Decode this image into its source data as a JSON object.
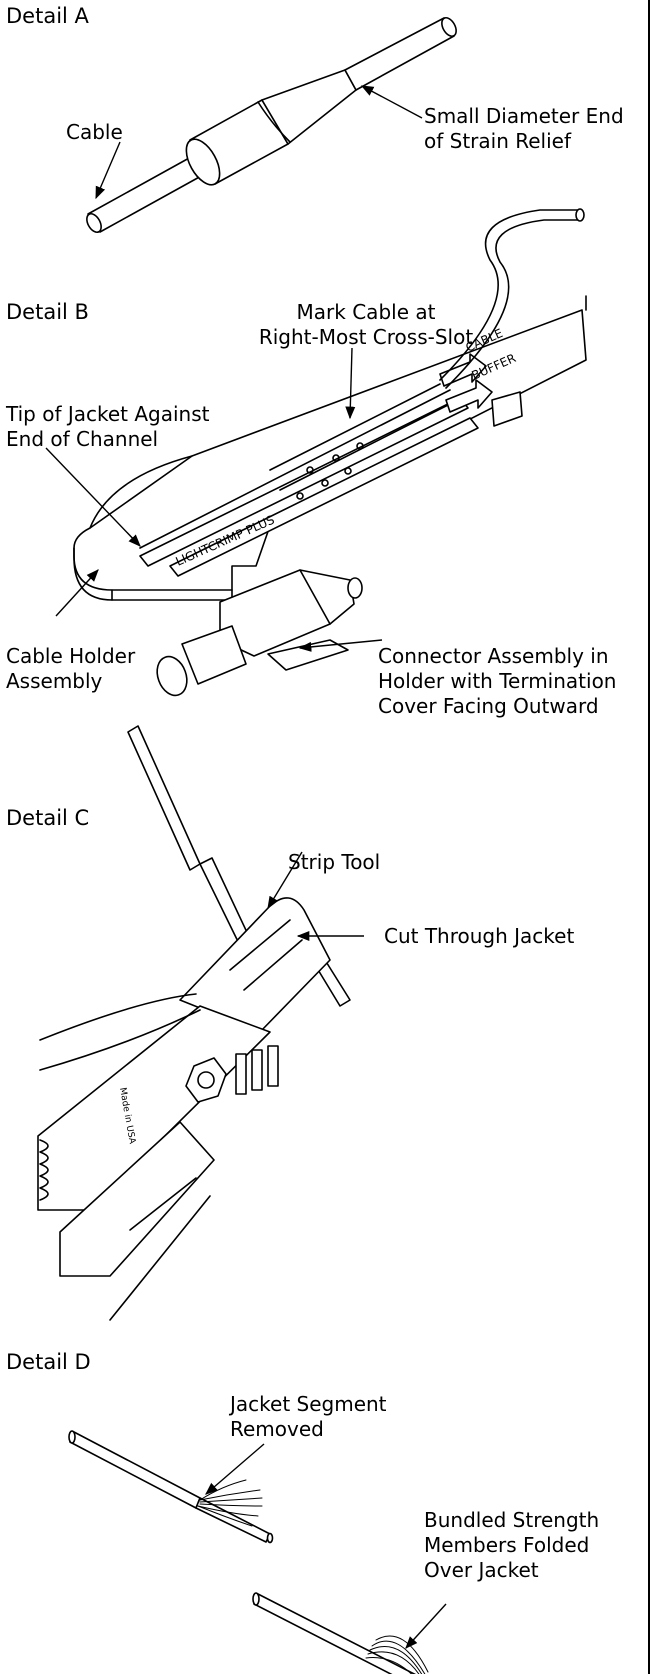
{
  "details": {
    "a": {
      "heading": "Detail A",
      "cable_label": "Cable",
      "strain_relief_label": [
        "Small Diameter End",
        "of Strain Relief"
      ]
    },
    "b": {
      "heading": "Detail B",
      "mark_cable_label": [
        "Mark Cable at",
        "Right-Most Cross-Slot"
      ],
      "tip_of_jacket_label": [
        "Tip of Jacket Against",
        "End of Channel"
      ],
      "cable_holder_label": [
        "Cable Holder",
        "Assembly"
      ],
      "connector_assembly_label": [
        "Connector Assembly in",
        "Holder with Termination",
        "Cover Facing Outward"
      ],
      "holder_markings": {
        "brand": "LIGHTCRIMP PLUS",
        "cable": "CABLE",
        "buffer": "BUFFER"
      }
    },
    "c": {
      "heading": "Detail C",
      "strip_tool_label": "Strip Tool",
      "cut_label": "Cut Through Jacket",
      "tool_marking": "Made in USA"
    },
    "d": {
      "heading": "Detail D",
      "jacket_segment_label": [
        "Jacket Segment",
        "Removed"
      ],
      "strength_members_label": [
        "Bundled Strength",
        "Members Folded",
        "Over Jacket"
      ]
    }
  }
}
